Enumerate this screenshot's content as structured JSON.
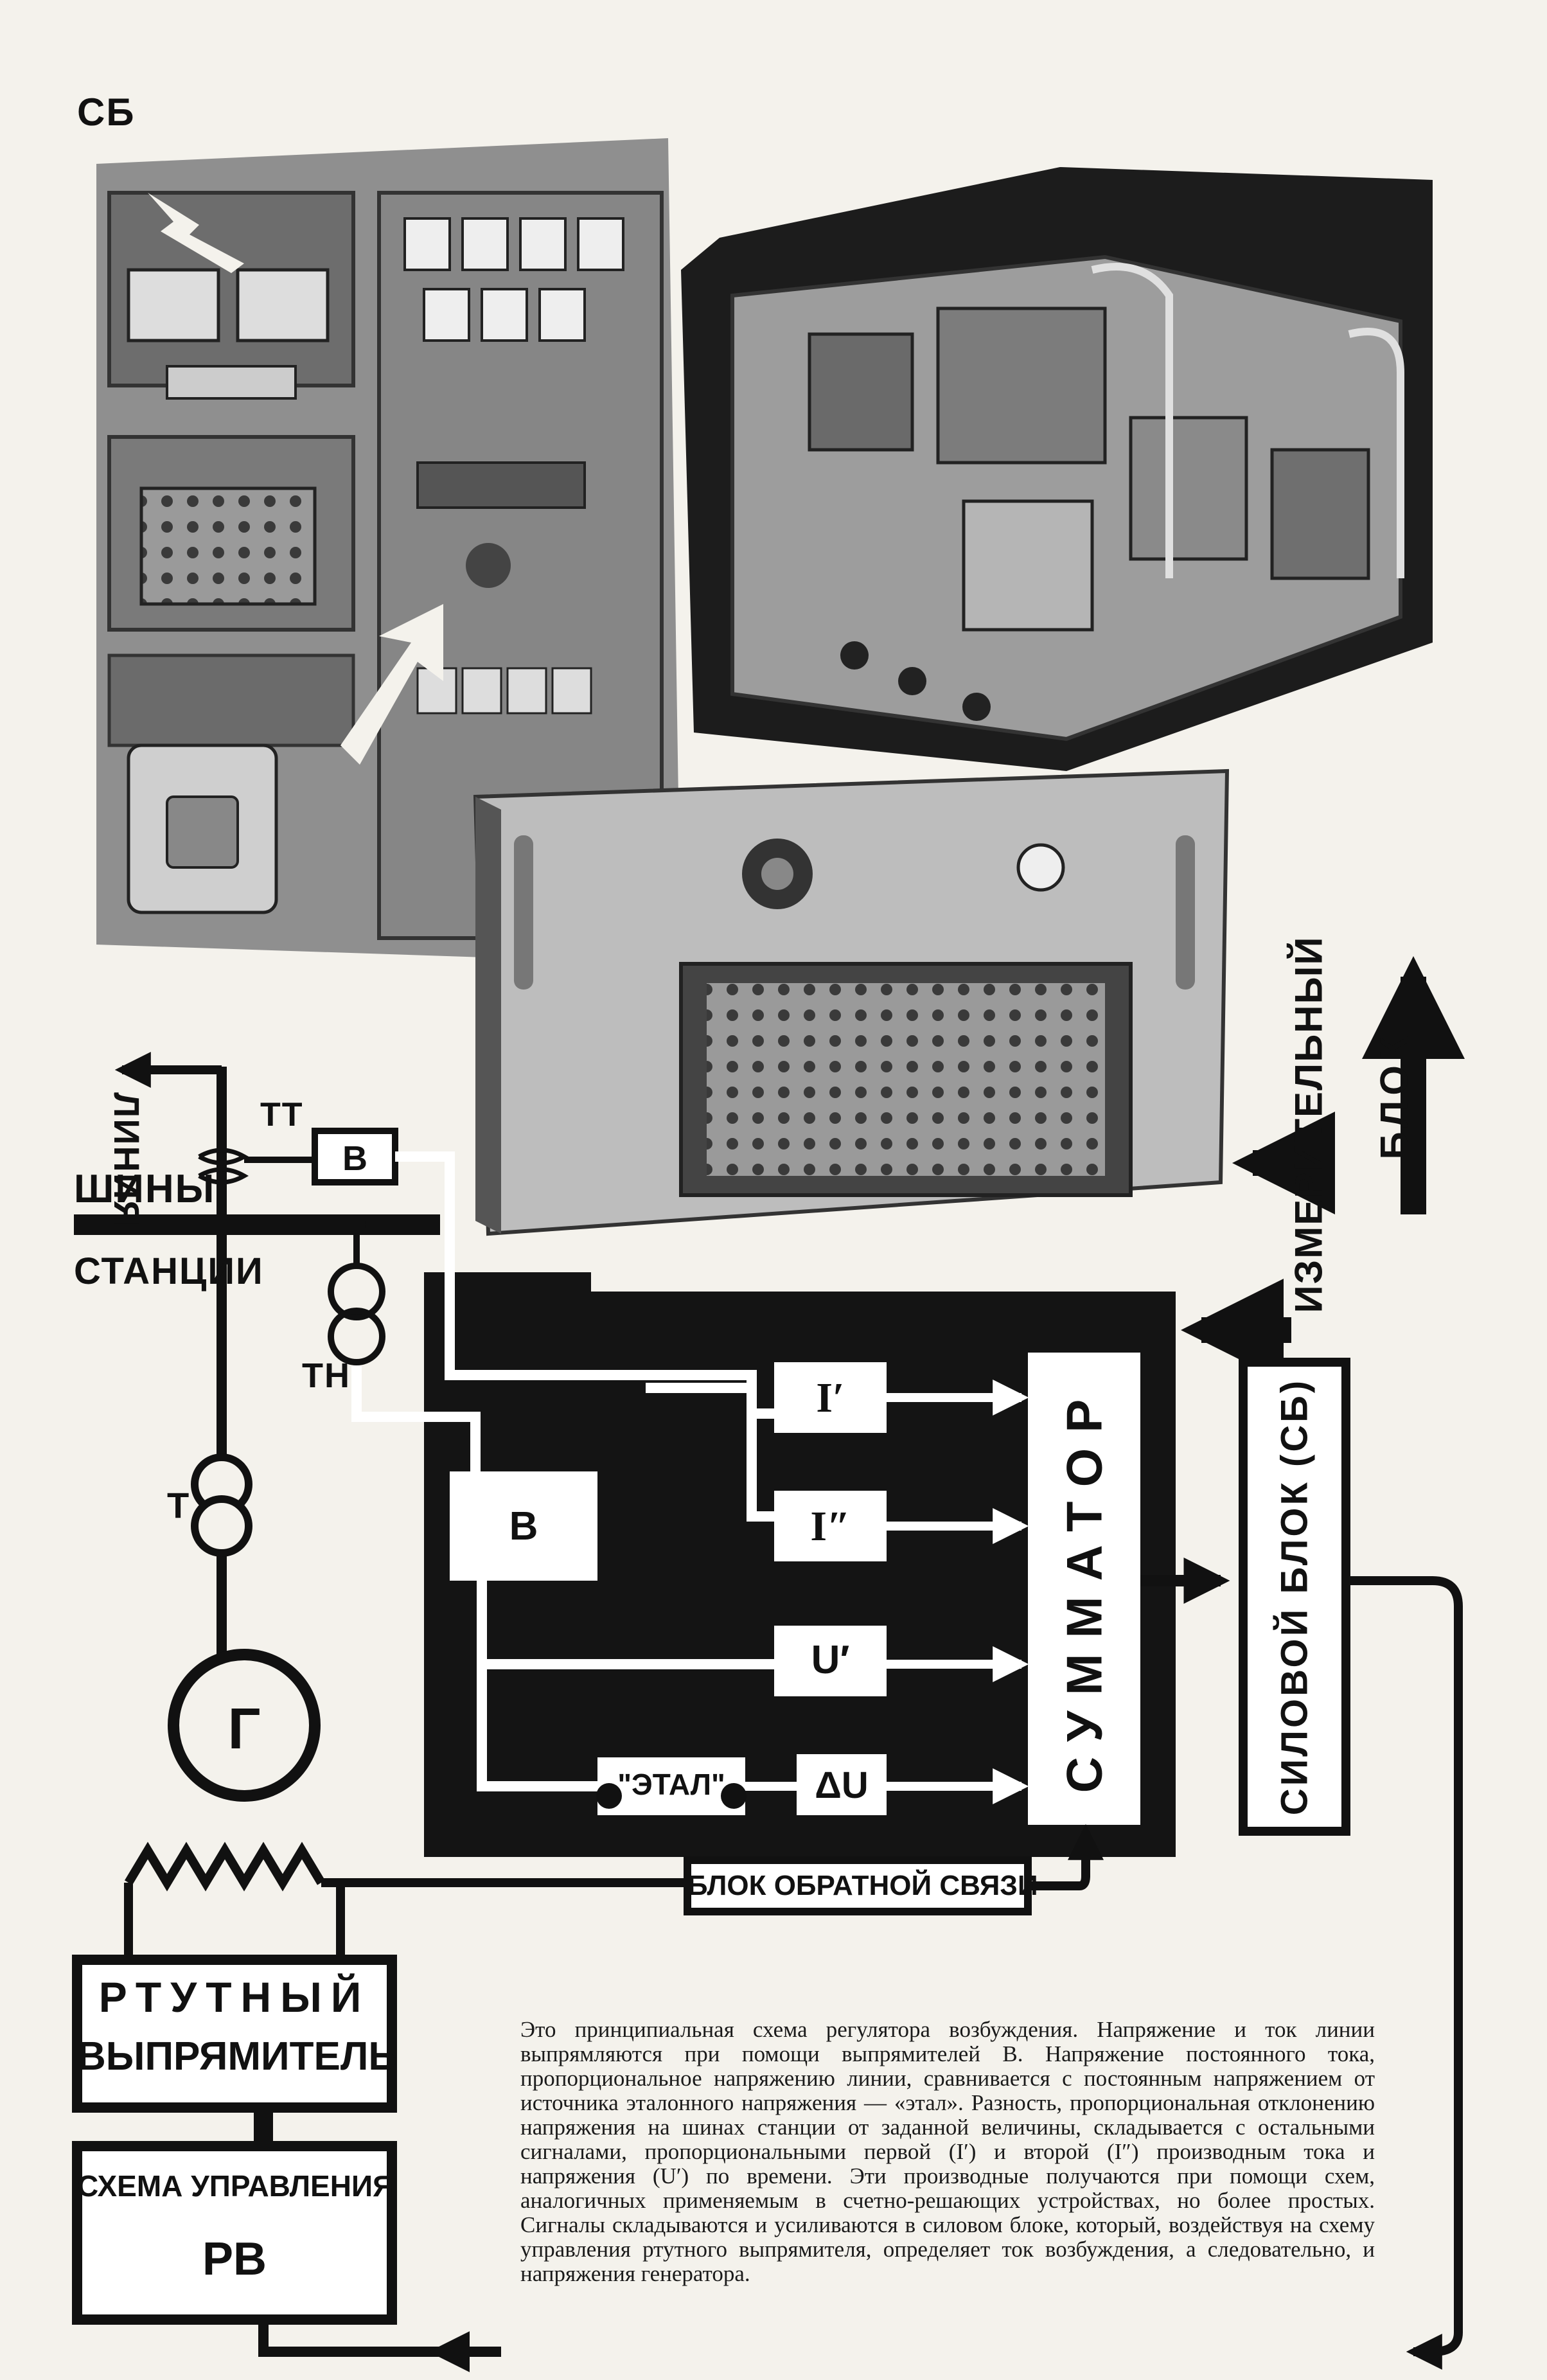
{
  "photo_labels": {
    "sb": "СБ"
  },
  "diagram": {
    "line": "ЛИНИЯ",
    "buses_1": "ШИНЫ",
    "buses_2": "СТАНЦИИ",
    "tt": "ТТ",
    "tn": "ТН",
    "t": "Т",
    "g": "Г",
    "b_top": "В",
    "b_mid": "В",
    "i1": "I′",
    "i2": "I″",
    "u1": "U′",
    "etal": "\"ЭТАЛ\"",
    "du": "ΔU",
    "summator": "СУММАТОР",
    "power_block": "СИЛОВОЙ БЛОК (СБ)",
    "measuring_block_1": "ИЗМЕРИТЕЛЬНЫЙ",
    "measuring_block_2": "БЛОК",
    "feedback": "БЛОК ОБРАТНОЙ СВЯЗИ",
    "rectifier_1": "РТУТНЫЙ",
    "rectifier_2": "ВЫПРЯМИТЕЛЬ",
    "control_1": "СХЕМА УПРАВЛЕНИЯ",
    "control_2": "РВ"
  },
  "caption": "Это принципиальная схема регулятора возбуждения. Напряжение и ток линии выпрямляются при помощи выпрямителей В. Напряжение постоянного тока, пропорциональное напряжению линии, сравнивается с постоянным напряжением от источника эталонного напряжения — «этал». Разность, пропорциональная отклонению напряжения на шинах станции от заданной величины, складывается с остальными сигналами, пропорциональными первой (I′) и второй (I″) производным тока и напряжения (U′) по времени. Эти производные получаются при помощи схем, аналогичных применяемым в счетно-решающих устройствах, но более простых. Сигналы складываются и усиливаются в силовом блоке, который, воздействуя на схему управления ртутного выпрямителя, определяет ток возбуждения, а следовательно, и напряжения генератора."
}
